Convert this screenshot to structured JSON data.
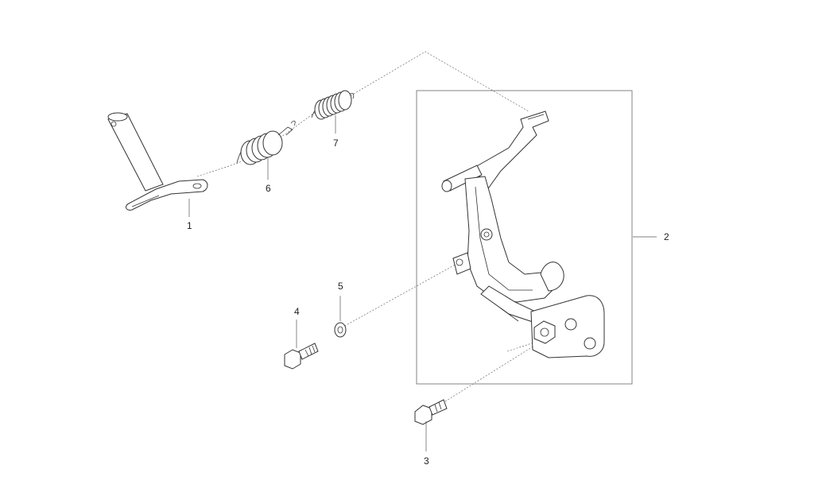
{
  "callouts": {
    "c1": "1",
    "c2": "2",
    "c3": "3",
    "c4": "4",
    "c5": "5",
    "c6": "6",
    "c7": "7"
  },
  "colors": {
    "line": "#333333",
    "background": "#ffffff"
  }
}
